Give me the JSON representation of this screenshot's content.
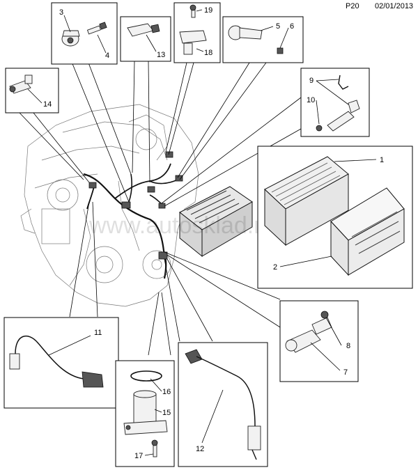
{
  "header": {
    "page_code": "P20",
    "date": "02/01/2013"
  },
  "watermark": "www.autosklad.ru",
  "callouts": {
    "c1": "1",
    "c2": "2",
    "c3": "3",
    "c4": "4",
    "c5": "5",
    "c6": "6",
    "c7": "7",
    "c8": "8",
    "c9": "9",
    "c10": "10",
    "c11": "11",
    "c12": "12",
    "c13": "13",
    "c14": "14",
    "c15": "15",
    "c16": "16",
    "c17": "17",
    "c18": "18",
    "c19": "19"
  }
}
